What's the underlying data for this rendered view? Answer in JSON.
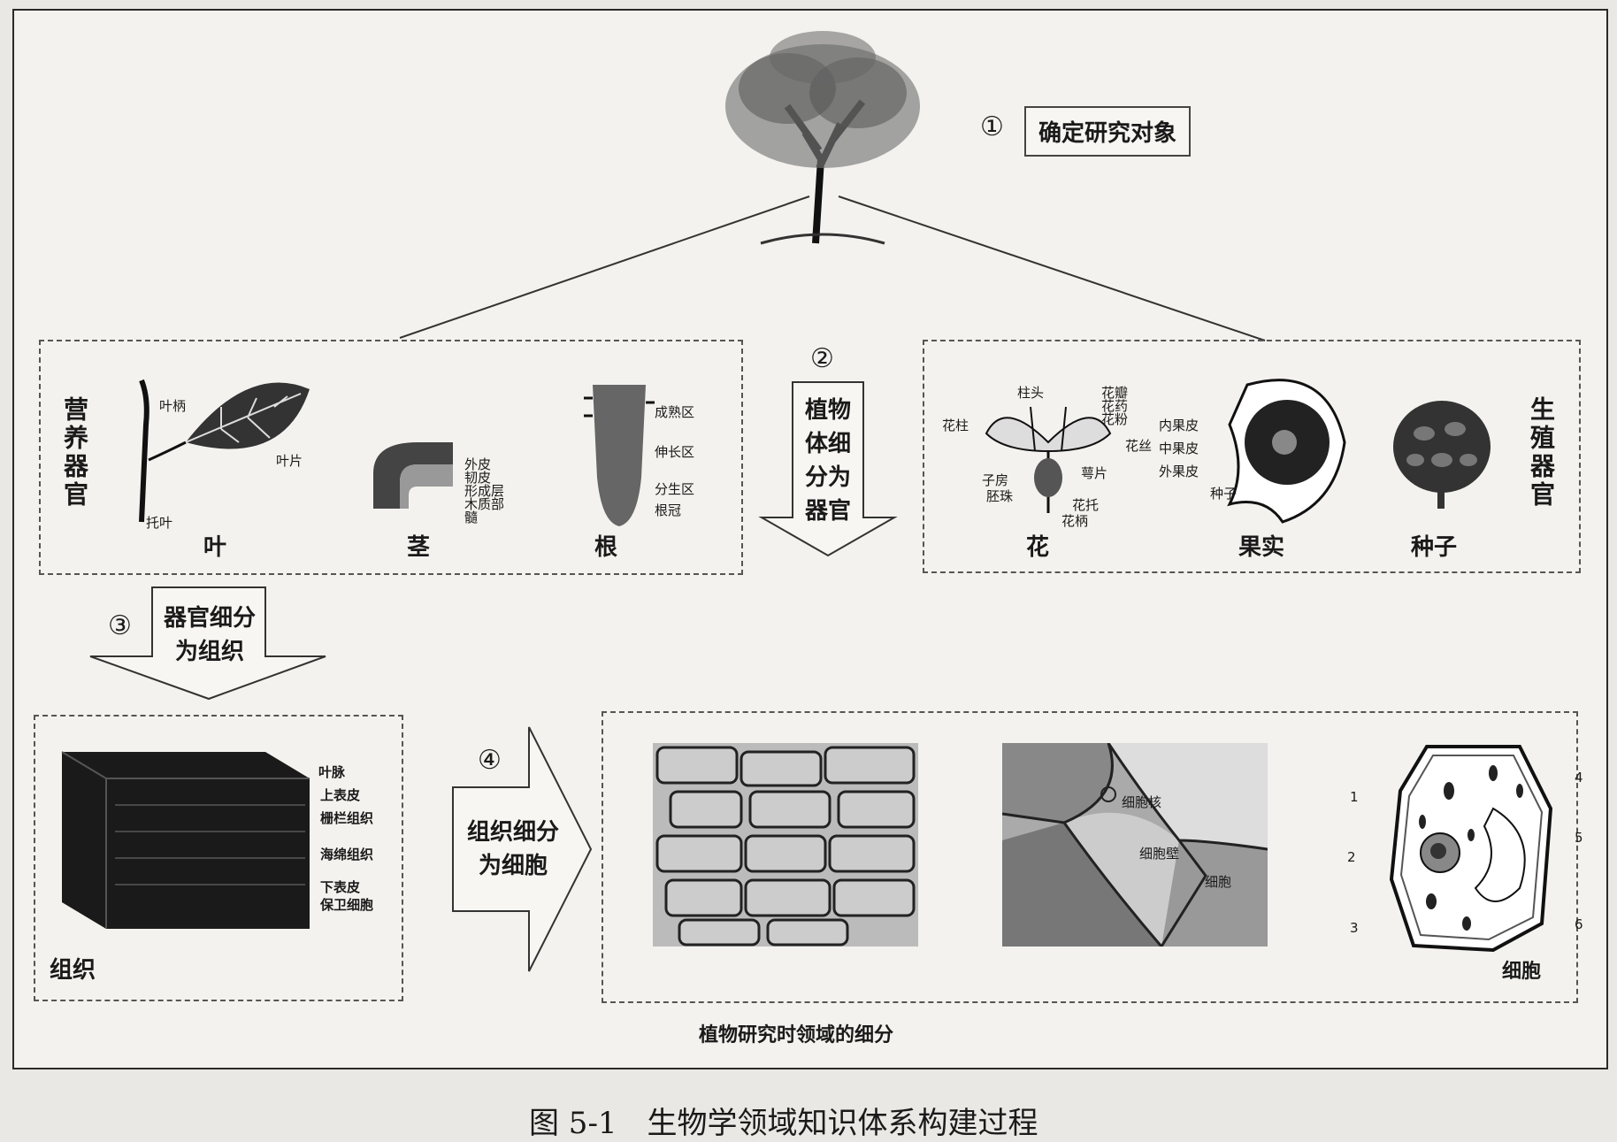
{
  "steps": {
    "s1": {
      "num": "①",
      "label": "确定研究对象"
    },
    "s2": {
      "num": "②",
      "line1": "植物",
      "line2": "体细",
      "line3": "分为",
      "line4": "器官"
    },
    "s3": {
      "num": "③",
      "line1": "器官细分",
      "line2": "为组织"
    },
    "s4": {
      "num": "④",
      "line1": "组织细分",
      "line2": "为细胞"
    }
  },
  "vegetative": {
    "side_label": "营养器官",
    "leaf": {
      "name": "叶",
      "parts": [
        "叶柄",
        "叶片",
        "托叶"
      ]
    },
    "stem": {
      "name": "茎",
      "parts": [
        "外皮",
        "韧皮",
        "形成层",
        "木质部",
        "髓"
      ]
    },
    "root": {
      "name": "根",
      "parts": [
        "成熟区",
        "伸长区",
        "分生区",
        "根冠"
      ]
    }
  },
  "reproductive": {
    "side_label": "生殖器官",
    "flower": {
      "name": "花",
      "parts": [
        "柱头",
        "花瓣",
        "花药",
        "花粉",
        "花丝",
        "花柱",
        "萼片",
        "子房",
        "胚珠",
        "花托",
        "花柄"
      ]
    },
    "fruit": {
      "name": "果实",
      "parts": [
        "内果皮",
        "中果皮",
        "外果皮",
        "种子"
      ]
    },
    "seed": {
      "name": "种子"
    }
  },
  "tissue": {
    "name": "组织",
    "parts": [
      "叶脉",
      "上表皮",
      "栅栏组织",
      "海绵组织",
      "下表皮",
      "保卫细胞"
    ]
  },
  "cells": {
    "name": "细胞",
    "micro_labels": [
      "细胞核",
      "细胞壁",
      "细胞"
    ],
    "diagram_numbers": [
      "1",
      "2",
      "3",
      "4",
      "5",
      "6"
    ]
  },
  "frame_caption": "植物研究时领域的细分",
  "figure_caption": "图 5-1　生物学领域知识体系构建过程"
}
